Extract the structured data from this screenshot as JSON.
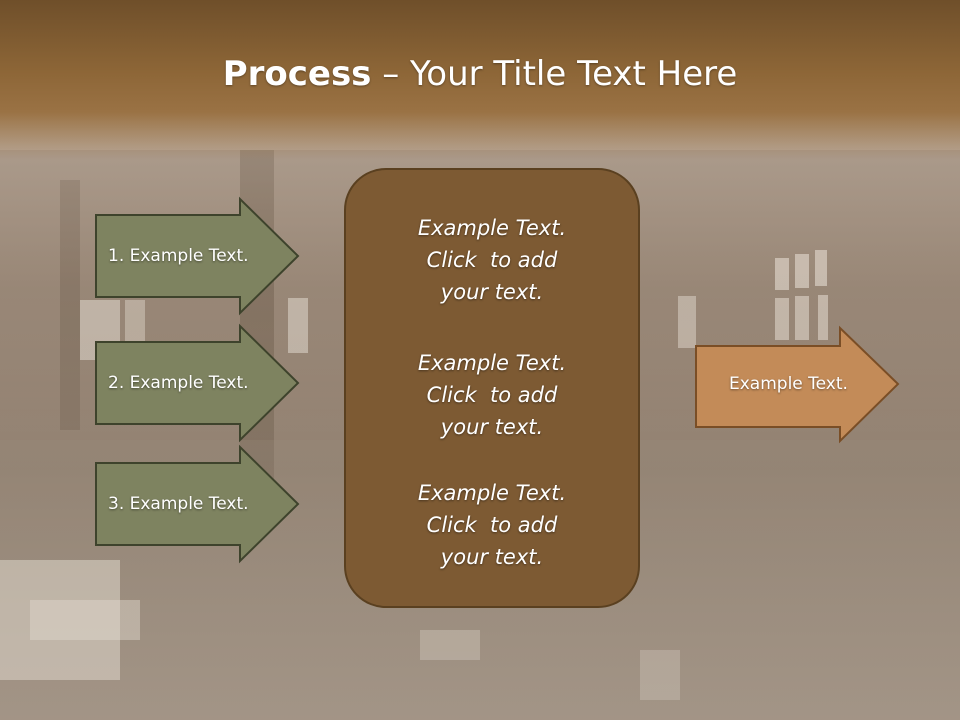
{
  "title": {
    "bold": "Process",
    "rest": " – Your Title Text Here"
  },
  "steps": [
    {
      "label": "1. Example Text."
    },
    {
      "label": "2. Example Text."
    },
    {
      "label": "3. Example Text."
    }
  ],
  "center_blocks": [
    {
      "lines": [
        "Example Text.",
        "Click  to add",
        "your text."
      ]
    },
    {
      "lines": [
        "Example Text.",
        "Click  to add",
        "your text."
      ]
    },
    {
      "lines": [
        "Example Text.",
        "Click  to add",
        "your text."
      ]
    }
  ],
  "output": {
    "label": "Example Text."
  },
  "colors": {
    "title_band": "#8d6637",
    "step_arrow_fill": "#7e8360",
    "step_arrow_border": "#3e432c",
    "center_box_fill": "#7d5a33",
    "output_arrow_fill": "#c38b58",
    "output_arrow_border": "#7a4e26"
  }
}
